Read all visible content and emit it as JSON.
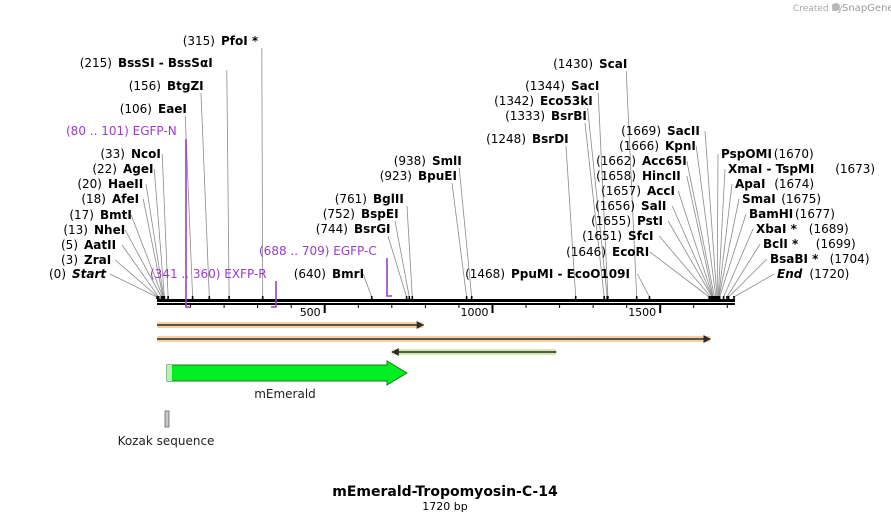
{
  "credit": {
    "prefix": "Created by",
    "brand": "SnapGene"
  },
  "map": {
    "title": "mEmerald-Tropomyosin-C-14",
    "length_label": "1720 bp",
    "length_bp": 1720
  },
  "ruler": {
    "ticks": [
      "500",
      "1000",
      "1500"
    ]
  },
  "sites": [
    {
      "pos": "(0)",
      "name": "Start",
      "special": true,
      "bp": 0
    },
    {
      "pos": "(3)",
      "name": "ZraI",
      "bp": 3
    },
    {
      "pos": "(5)",
      "name": "AatII",
      "bp": 5
    },
    {
      "pos": "(13)",
      "name": "NheI",
      "bp": 13
    },
    {
      "pos": "(17)",
      "name": "BmtI",
      "bp": 17
    },
    {
      "pos": "(18)",
      "name": "AfeI",
      "bp": 18
    },
    {
      "pos": "(20)",
      "name": "HaeII",
      "bp": 20
    },
    {
      "pos": "(22)",
      "name": "AgeI",
      "bp": 22
    },
    {
      "pos": "(33)",
      "name": "NcoI",
      "bp": 33
    },
    {
      "pos": "(106)",
      "name": "EaeI",
      "bp": 106
    },
    {
      "pos": "(156)",
      "name": "BtgZI",
      "bp": 156
    },
    {
      "pos": "(215)",
      "name": "BssSI  -  BssSαI",
      "bp": 215
    },
    {
      "pos": "(315)",
      "name": "PfoI *",
      "bp": 315
    },
    {
      "pos": "(640)",
      "name": "BmrI",
      "bp": 640
    },
    {
      "pos": "(744)",
      "name": "BsrGI",
      "bp": 744
    },
    {
      "pos": "(752)",
      "name": "BspEI",
      "bp": 752
    },
    {
      "pos": "(761)",
      "name": "BglII",
      "bp": 761
    },
    {
      "pos": "(923)",
      "name": "BpuEI",
      "bp": 923
    },
    {
      "pos": "(938)",
      "name": "SmlI",
      "bp": 938
    },
    {
      "pos": "(1248)",
      "name": "BsrDI",
      "bp": 1248
    },
    {
      "pos": "(1333)",
      "name": "BsrBI",
      "bp": 1333
    },
    {
      "pos": "(1342)",
      "name": "Eco53kI",
      "bp": 1342
    },
    {
      "pos": "(1344)",
      "name": "SacI",
      "bp": 1344
    },
    {
      "pos": "(1430)",
      "name": "ScaI",
      "bp": 1430
    },
    {
      "pos": "(1468)",
      "name": "PpuMI  -  EcoO109I",
      "bp": 1468
    },
    {
      "pos": "(1646)",
      "name": "EcoRI",
      "bp": 1646
    },
    {
      "pos": "(1651)",
      "name": "SfcI",
      "bp": 1651
    },
    {
      "pos": "(1655)",
      "name": "PstI",
      "bp": 1655
    },
    {
      "pos": "(1656)",
      "name": "SalI",
      "bp": 1656
    },
    {
      "pos": "(1657)",
      "name": "AccI",
      "bp": 1657
    },
    {
      "pos": "(1658)",
      "name": "HincII",
      "bp": 1658
    },
    {
      "pos": "(1662)",
      "name": "Acc65I",
      "bp": 1662
    },
    {
      "pos": "(1666)",
      "name": "KpnI",
      "bp": 1666
    },
    {
      "pos": "(1669)",
      "name": "SacII",
      "bp": 1669
    },
    {
      "pos": "(1670)",
      "name": "PspOMI",
      "bp": 1670
    },
    {
      "pos": "(1673)",
      "name": "XmaI  -  TspMI",
      "bp": 1673
    },
    {
      "pos": "(1674)",
      "name": "ApaI",
      "bp": 1674
    },
    {
      "pos": "(1675)",
      "name": "SmaI",
      "bp": 1675
    },
    {
      "pos": "(1677)",
      "name": "BamHI",
      "bp": 1677
    },
    {
      "pos": "(1689)",
      "name": "XbaI *",
      "bp": 1689
    },
    {
      "pos": "(1699)",
      "name": "BclI *",
      "bp": 1699
    },
    {
      "pos": "(1704)",
      "name": "BsaBI *",
      "bp": 1704
    },
    {
      "pos": "(1720)",
      "name": "End",
      "special": true,
      "bp": 1720
    }
  ],
  "primers": [
    {
      "label": "(80 .. 101)  EGFP-N",
      "start": 80,
      "end": 101,
      "direction": "forward"
    },
    {
      "label": "(341 .. 360)  EXFP-R",
      "start": 341,
      "end": 360,
      "direction": "reverse"
    },
    {
      "label": "(688 .. 709)  EGFP-C",
      "start": 688,
      "end": 709,
      "direction": "forward"
    }
  ],
  "features": [
    {
      "name": "mEmerald",
      "color": "#00ee22",
      "start": 33,
      "end": 750,
      "direction": "forward"
    },
    {
      "name": "Kozak sequence",
      "color": "#c8c8c8",
      "start": 23,
      "end": 33
    }
  ],
  "orfs": [
    {
      "start": 0,
      "end": 795,
      "direction": "forward",
      "color": "#f2a65a"
    },
    {
      "start": 0,
      "end": 1650,
      "direction": "forward",
      "color": "#f2a65a"
    },
    {
      "start": 700,
      "end": 1190,
      "direction": "reverse",
      "color": "#a5d86a"
    }
  ],
  "colors": {
    "primer": "#9b3cc9",
    "backbone": "#000000"
  }
}
